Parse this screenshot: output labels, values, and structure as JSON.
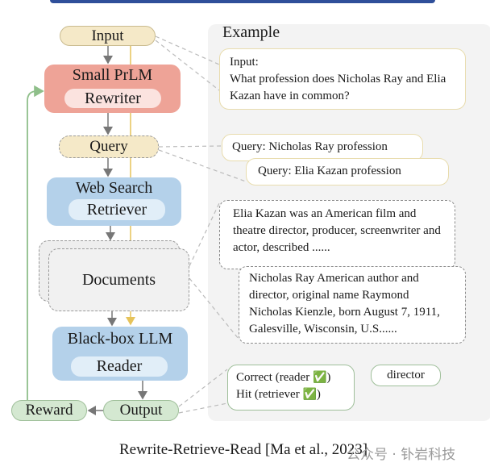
{
  "pipeline": {
    "input": "Input",
    "rewriter": {
      "title": "Small PrLM",
      "role": "Rewriter"
    },
    "query": "Query",
    "retriever": {
      "title": "Web Search",
      "role": "Retriever"
    },
    "documents": "Documents",
    "reader": {
      "title": "Black-box LLM",
      "role": "Reader"
    },
    "output": "Output",
    "reward": "Reward"
  },
  "example": {
    "title": "Example",
    "input_label": "Input:",
    "input_text": "What profession does Nicholas Ray and Elia Kazan have in common?",
    "query1": "Query: Nicholas Ray profession",
    "query2": "Query: Elia Kazan profession",
    "doc1": "Elia Kazan was an American film and theatre director, producer, screenwriter and actor, described  ......",
    "doc2": "Nicholas Ray American author and director, original name Raymond Nicholas Kienzle, born August 7, 1911, Galesville, Wisconsin, U.S......",
    "correct": "Correct (reader ",
    "hit": "Hit (retriever ",
    "close_paren": ")",
    "check": "✅",
    "answer": "director"
  },
  "caption": "Rewrite-Retrieve-Read [Ma et al., 2023]",
  "watermark": "公众号 · 钋岩科技",
  "colors": {
    "rewriter": "#eea397",
    "retriever": "#b4d1ea",
    "reward": "#d4e8d1",
    "input": "#f5e9c8",
    "topbar": "#2f4f9a"
  }
}
